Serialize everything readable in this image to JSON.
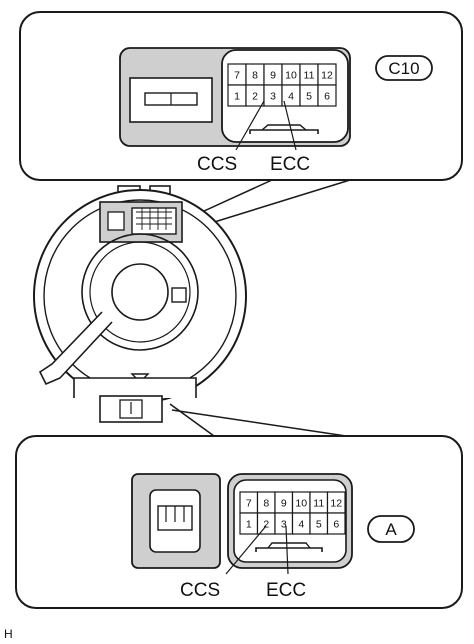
{
  "top_view": {
    "connector_code": "C10",
    "pins_top_row": [
      "7",
      "8",
      "9",
      "10",
      "11",
      "12"
    ],
    "pins_bottom_row": [
      "1",
      "2",
      "3",
      "4",
      "5",
      "6"
    ],
    "label_ccs": "CCS",
    "label_ecc": "ECC"
  },
  "bottom_view": {
    "connector_code": "A",
    "pins_top_row": [
      "7",
      "8",
      "9",
      "10",
      "11",
      "12"
    ],
    "pins_bottom_row": [
      "1",
      "2",
      "3",
      "4",
      "5",
      "6"
    ],
    "label_ccs": "CCS",
    "label_ecc": "ECC"
  },
  "footer_mark": "H",
  "colors": {
    "line": "#1a1a1a",
    "shade": "#cfcfcf",
    "fill": "#ffffff"
  }
}
